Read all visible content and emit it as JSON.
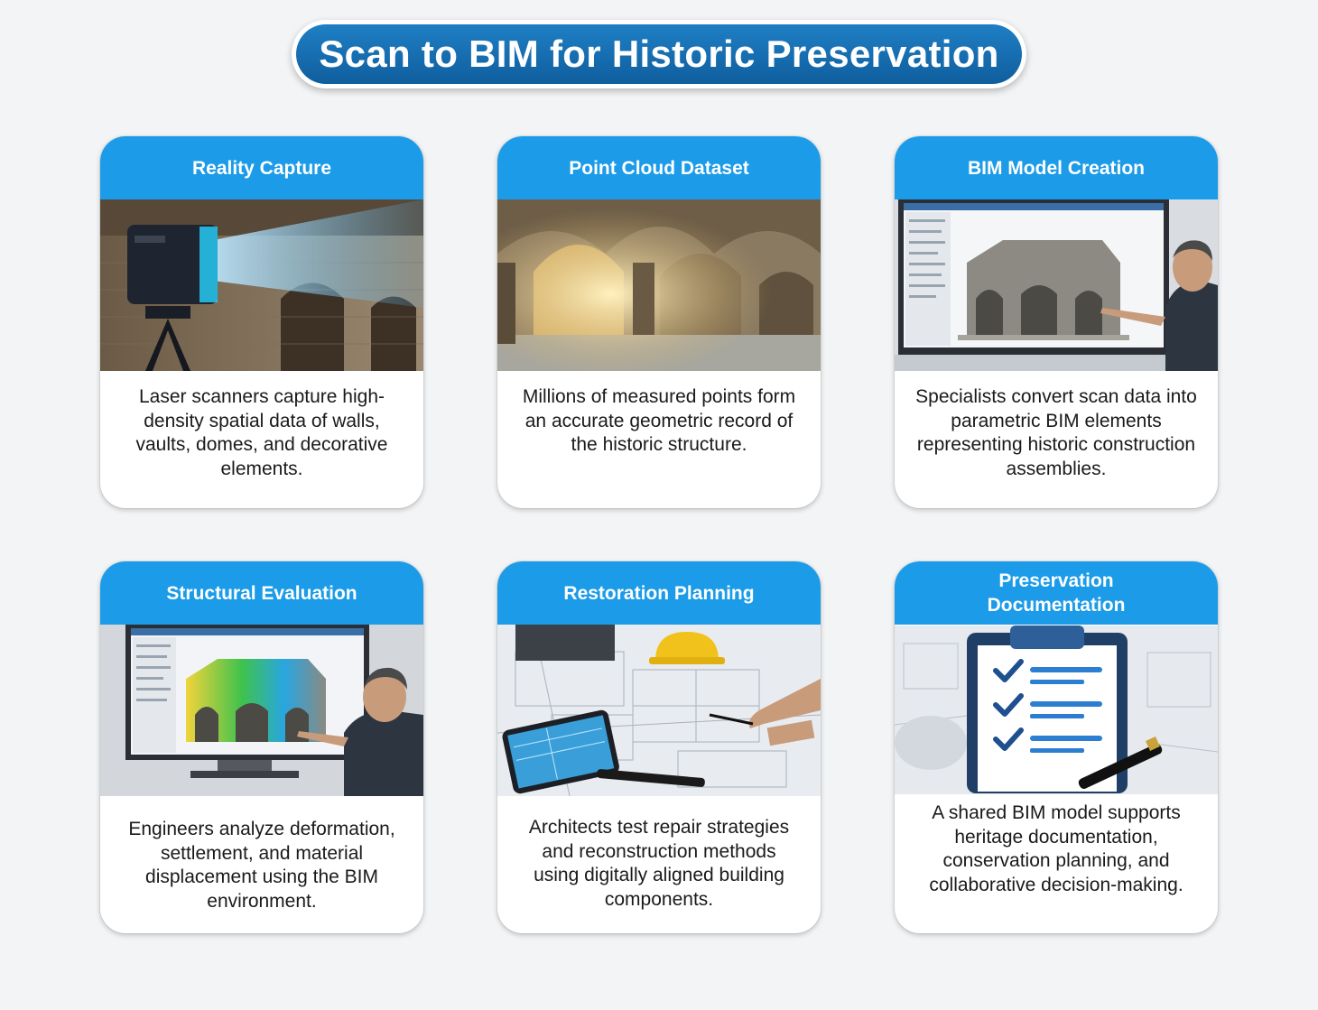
{
  "title": "Scan to BIM for Historic Preservation",
  "colors": {
    "title_gradient_top": "#1f7fc4",
    "title_gradient_bottom": "#0f5e9e",
    "card_header": "#1b9be8",
    "background": "#f3f4f6"
  },
  "cards": [
    {
      "title": "Reality Capture",
      "image": "laser-scanner-photo",
      "description": "Laser scanners capture high-density spatial data of walls, vaults, domes, and decorative elements."
    },
    {
      "title": "Point Cloud Dataset",
      "image": "point-cloud-vaults-photo",
      "description": "Millions of measured points form an accurate geometric record of the historic structure."
    },
    {
      "title": "BIM Model Creation",
      "image": "bim-software-screen-photo",
      "description": "Specialists convert scan data into parametric BIM elements representing historic construction assemblies."
    },
    {
      "title": "Structural Evaluation",
      "image": "structural-heatmap-screen-photo",
      "description": "Engineers analyze deformation, settlement, and material displacement using the BIM environment."
    },
    {
      "title": "Restoration Planning",
      "image": "blueprints-tablet-photo",
      "description": "Architects test repair strategies and reconstruction methods using digitally aligned building components."
    },
    {
      "title": "Preservation\nDocumentation",
      "image": "clipboard-checklist-photo",
      "description": "A shared BIM model supports heritage documentation, conservation planning, and collaborative decision-making."
    }
  ]
}
